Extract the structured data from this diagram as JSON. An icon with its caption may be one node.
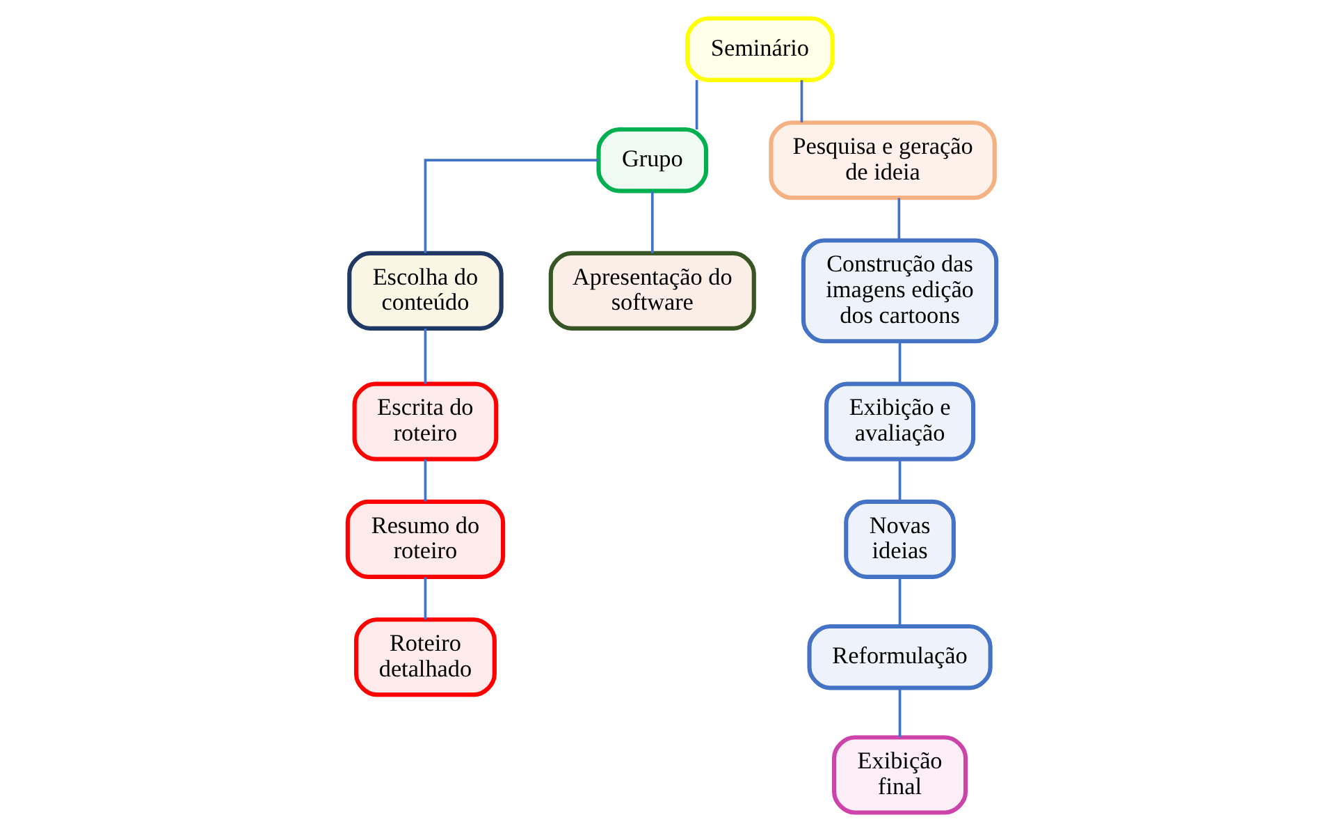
{
  "diagram": {
    "nodes": [
      {
        "text": [
          "Seminário"
        ]
      },
      {
        "text": [
          "Grupo"
        ]
      },
      {
        "text": [
          "Pesquisa e geração de ideia"
        ]
      },
      {
        "text": [
          "Escolha do conteúdo"
        ]
      },
      {
        "text": [
          "Apresentação do software"
        ]
      },
      {
        "text": [
          "Construção das imagens edição dos cartoons"
        ]
      },
      {
        "text": [
          "Escrita do roteiro"
        ]
      },
      {
        "text": [
          "Exibição e avaliação"
        ]
      },
      {
        "text": [
          "Resumo do roteiro"
        ]
      },
      {
        "text": [
          "Novas ideias"
        ]
      },
      {
        "text": [
          "Roteiro detalhado"
        ]
      },
      {
        "text": [
          "Reformulação"
        ]
      },
      {
        "text": [
          "Exibição final"
        ]
      }
    ],
    "edges": [
      {
        "from": 0,
        "to": 1,
        "arrow": "none"
      },
      {
        "from": 0,
        "to": 2,
        "arrow": "none"
      },
      {
        "from": 1,
        "to": 3,
        "arrow": "none"
      },
      {
        "from": 1,
        "to": 4,
        "arrow": "none"
      },
      {
        "from": 3,
        "to": 6,
        "arrow": "none"
      },
      {
        "from": 6,
        "to": 8,
        "arrow": "none"
      },
      {
        "from": 8,
        "to": 10,
        "arrow": "none"
      },
      {
        "from": 2,
        "to": 5,
        "arrow": "none"
      },
      {
        "from": 5,
        "to": 7,
        "arrow": "none"
      },
      {
        "from": 7,
        "to": 9,
        "arrow": "none"
      },
      {
        "from": 9,
        "to": 11,
        "arrow": "none"
      },
      {
        "from": 11,
        "to": 12,
        "arrow": "none"
      }
    ]
  }
}
